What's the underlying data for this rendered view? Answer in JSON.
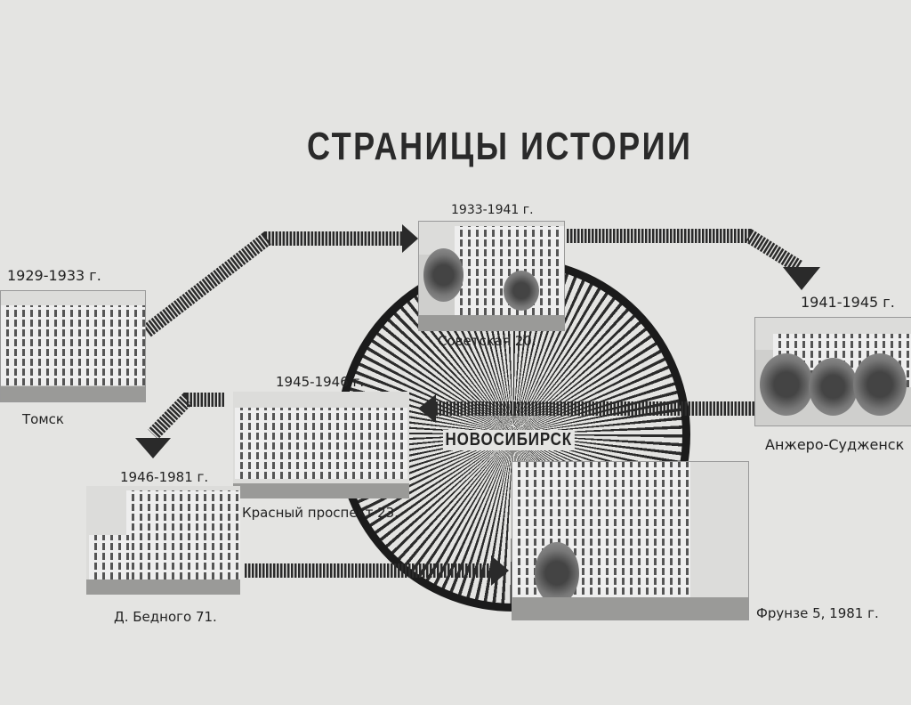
{
  "title": "СТРАНИЦЫ ИСТОРИИ",
  "center_label": "НОВОСИБИРСК",
  "stations": [
    {
      "years": "1929-1933 г.",
      "label": "Томск"
    },
    {
      "years": "1933-1941 г.",
      "label": "Советская 20."
    },
    {
      "years": "1941-1945 г.",
      "label": "Анжеро-Судженск"
    },
    {
      "years": "1945-1946 г.",
      "label": "Красный проспект 23."
    },
    {
      "years": "1946-1981 г.",
      "label": "Д. Бедного 71."
    },
    {
      "years": "",
      "label": "Фрунзе 5, 1981 г."
    }
  ]
}
